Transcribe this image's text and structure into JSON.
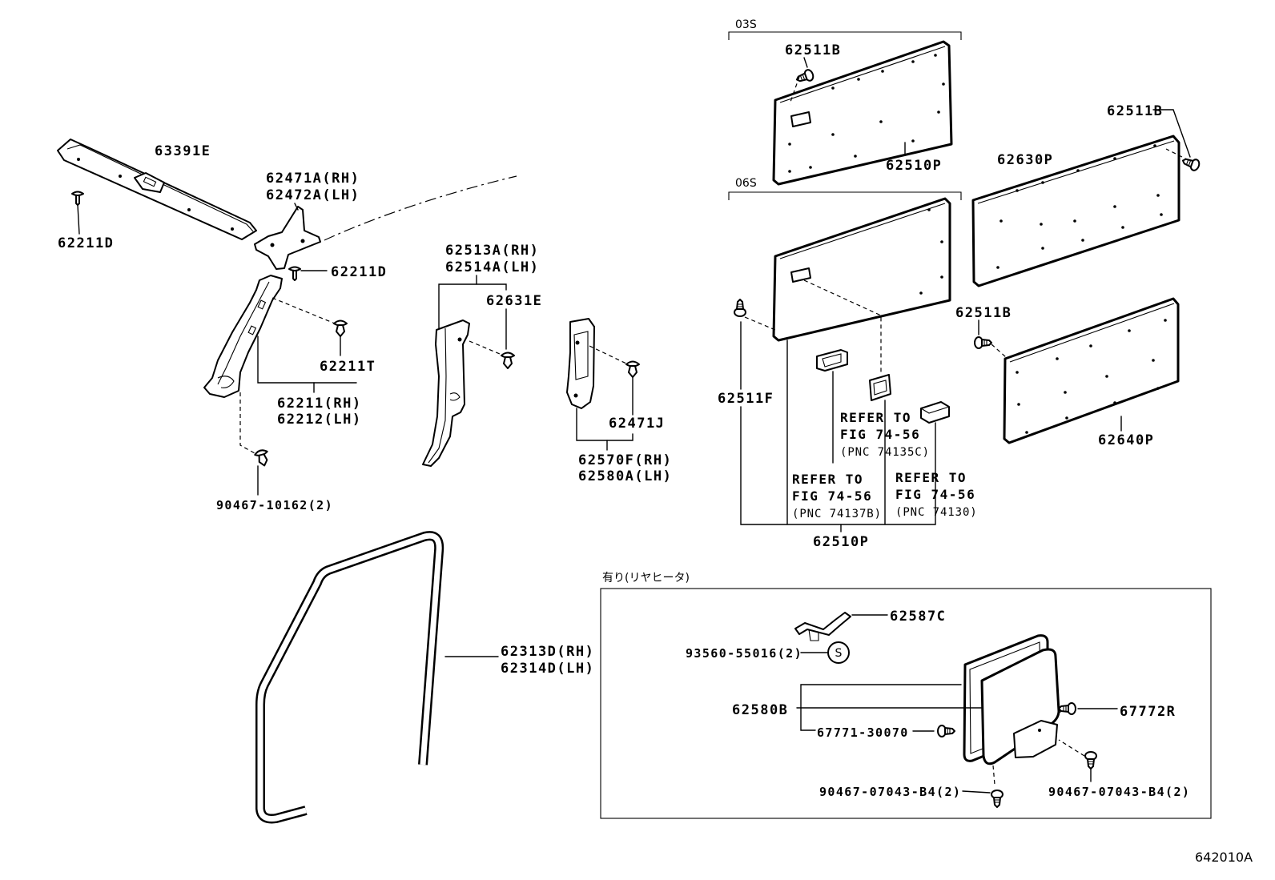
{
  "sections": {
    "s03": "03S",
    "s06": "06S",
    "option_header": "有り(リヤヒータ)"
  },
  "figure_code": "642010A",
  "callouts": {
    "c63391E": "63391E",
    "c62211D_left": "62211D",
    "c62471A_rh": "62471A(RH)",
    "c62472A_lh": "62472A(LH)",
    "c62211D_mid": "62211D",
    "c62211T": "62211T",
    "c62211_rh": "62211(RH)",
    "c62212_lh": "62212(LH)",
    "c90467_10162": "90467-10162(2)",
    "c62513A_rh": "62513A(RH)",
    "c62514A_lh": "62514A(LH)",
    "c62631E": "62631E",
    "c62471J": "62471J",
    "c62570F_rh": "62570F(RH)",
    "c62580A_lh": "62580A(LH)",
    "c62313D_rh": "62313D(RH)",
    "c62314D_lh": "62314D(LH)",
    "c62511B_top": "62511B",
    "c62510P_top": "62510P",
    "c62511B_right": "62511B",
    "c62630P": "62630P",
    "c62511B_mid": "62511B",
    "c62640P": "62640P",
    "c62511F": "62511F",
    "c62510P_bottom": "62510P",
    "c62587C": "62587C",
    "c93560_55016": "93560-55016(2)",
    "s_mark": "S",
    "c62580B": "62580B",
    "c67772R": "67772R",
    "c67771_30070": "67771-30070",
    "c90467_07043_left": "90467-07043-B4(2)",
    "c90467_07043_right": "90467-07043-B4(2)"
  },
  "references": [
    {
      "line1": "REFER TO",
      "line2": "FIG 74-56",
      "line3": "(PNC 74135C)"
    },
    {
      "line1": "REFER TO",
      "line2": "FIG 74-56",
      "line3": "(PNC 74137B)"
    },
    {
      "line1": "REFER TO",
      "line2": "FIG 74-56",
      "line3": "(PNC 74130)"
    }
  ],
  "colors": {
    "line": "#000000",
    "background": "#ffffff"
  }
}
